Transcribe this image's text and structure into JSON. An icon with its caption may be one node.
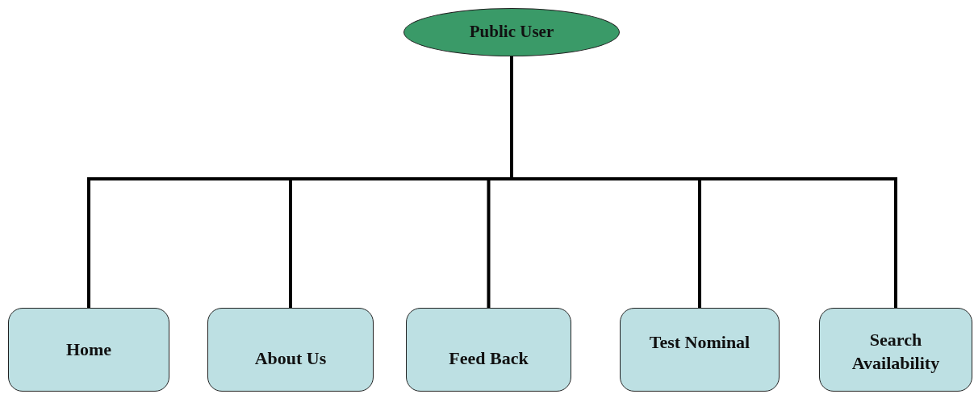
{
  "diagram": {
    "nodes": [
      {
        "text": [
          "Public User"
        ]
      },
      {
        "text": [
          "Home"
        ]
      },
      {
        "text": [
          "About Us"
        ]
      },
      {
        "text": [
          "Feed Back"
        ]
      },
      {
        "text": [
          "Test Nominal"
        ]
      },
      {
        "text": [
          "Search Availability"
        ]
      }
    ],
    "edges": [
      {
        "from": 0,
        "to": 1,
        "arrow": "none"
      },
      {
        "from": 0,
        "to": 2,
        "arrow": "none"
      },
      {
        "from": 0,
        "to": 3,
        "arrow": "none"
      },
      {
        "from": 0,
        "to": 4,
        "arrow": "none"
      },
      {
        "from": 0,
        "to": 5,
        "arrow": "none"
      }
    ]
  }
}
